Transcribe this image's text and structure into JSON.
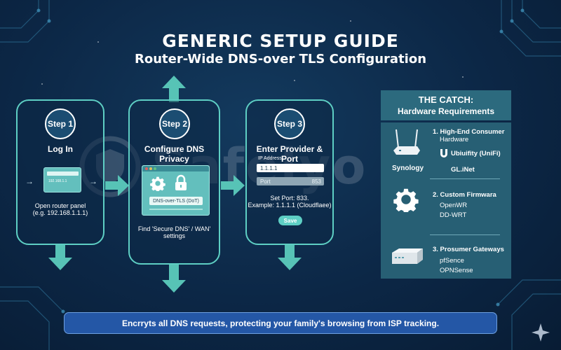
{
  "header": {
    "title": "GENERIC SETUP GUIDE",
    "subtitle": "Router-Wide DNS-over TLS Configuration"
  },
  "watermark": {
    "brand": "Safelyo",
    "logo_icon": "safelyo-logo-icon"
  },
  "steps": [
    {
      "badge": "Step 1",
      "title": "Log In",
      "window_text": "192.168.1.1",
      "caption_line1": "Open router panel",
      "caption_line2": "(e.g. 192.168.1.1.1)"
    },
    {
      "badge": "Step 2",
      "title": "Configure DNS Privacy",
      "window_label": "DNS-over-TLS (DoT)",
      "caption_line1": "Find 'Secure DNS' / WAN'",
      "caption_line2": "settings"
    },
    {
      "badge": "Step 3",
      "title": "Enter Provider & Port",
      "ip_label": "IP Address",
      "ip_value": "1.1.1.1",
      "port_label": "Port",
      "port_value": "853",
      "caption_line1": "Set Port: 833.",
      "caption_line2": "Example: 1.1.1.1 (Cloudflaee)",
      "save_label": "Save"
    }
  ],
  "catch": {
    "heading_line1": "THE CATCH:",
    "heading_line2": "Hardware Requirements",
    "items": [
      {
        "title_line1": "1. High-End Consumer",
        "title_line2": "Hardware",
        "brands": [
          "Synology",
          "Ubiuifity (UniFi)",
          "GL.iNet"
        ]
      },
      {
        "title_line1": "2. Custom Firmwara",
        "options": [
          "OpenWR",
          "DD-WRT"
        ]
      },
      {
        "title_line1": "3. Prosumer Gateways",
        "options": [
          "pfSence",
          "OPNSense"
        ]
      }
    ]
  },
  "banner": {
    "text": "Encrryts all DNS requests, protecting your family's browsing from ISP tracking."
  },
  "colors": {
    "background": "#0c2746",
    "accent": "#5ecfc4",
    "arrow": "#57c3b6",
    "catch_panel": "#275f74",
    "banner": "#2457a6"
  }
}
